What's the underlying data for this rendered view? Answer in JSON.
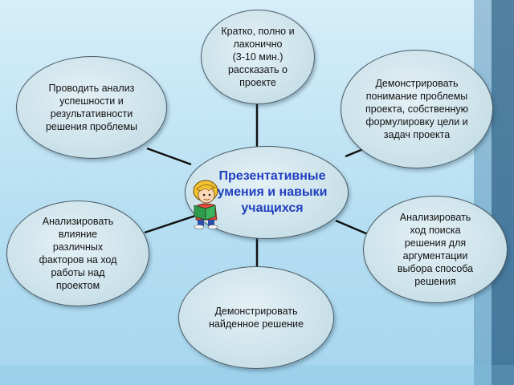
{
  "center": {
    "text": "Презентативные\nумения и навыки\nучащихся"
  },
  "nodes": {
    "top": "Кратко, полно и\nлаконично\n(3-10 мин.)\nрассказать о\nпроекте",
    "top_left": "Проводить анализ\nуспешности и\nрезультативности\nрешения проблемы",
    "top_right": "Демонстрировать\nпонимание проблемы\nпроекта, собственную\nформулировку цели и\nзадач проекта",
    "bottom_left": "Анализировать\nвлияние\nразличных\nфакторов на ход\nработы над\nпроектом",
    "bottom_right": "Анализировать\nход поиска\nрешения для\nаргументации\nвыбора способа\nрешения",
    "bottom": "Демонстрировать\nнайденное решение"
  },
  "colors": {
    "background": "#c4e5f5",
    "node_fill": "#c9e0e8",
    "node_border": "#4a5a66",
    "center_text": "#1f3fbf",
    "connector": "#111111",
    "stripe": "#1a5a8a"
  },
  "icons": {
    "center_illustration": "reading-child-icon"
  }
}
